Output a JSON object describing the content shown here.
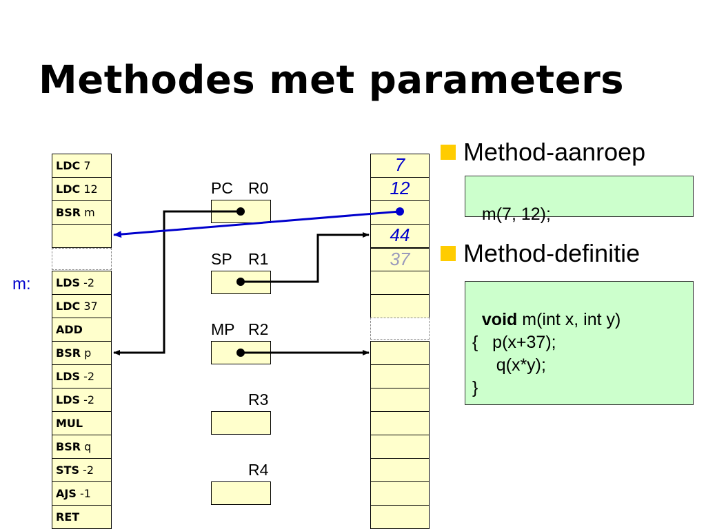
{
  "title": "Methodes met parameters",
  "method_label": "m:",
  "program": [
    {
      "op": "LDC",
      "arg": "7"
    },
    {
      "op": "LDC",
      "arg": "12"
    },
    {
      "op": "BSR",
      "arg": "m"
    },
    {
      "op": "",
      "arg": ""
    },
    {
      "op": "",
      "arg": ""
    },
    {
      "op": "LDS",
      "arg": "-2"
    },
    {
      "op": "LDC",
      "arg": "37"
    },
    {
      "op": "ADD",
      "arg": ""
    },
    {
      "op": "BSR",
      "arg": "p"
    },
    {
      "op": "LDS",
      "arg": "-2"
    },
    {
      "op": "LDS",
      "arg": "-2"
    },
    {
      "op": "MUL",
      "arg": ""
    },
    {
      "op": "BSR",
      "arg": "q"
    },
    {
      "op": "STS",
      "arg": "-2"
    },
    {
      "op": "AJS",
      "arg": "-1"
    },
    {
      "op": "RET",
      "arg": ""
    }
  ],
  "registers": [
    {
      "alias": "PC",
      "name": "R0"
    },
    {
      "alias": "SP",
      "name": "R1"
    },
    {
      "alias": "MP",
      "name": "R2"
    },
    {
      "alias": "",
      "name": "R3"
    },
    {
      "alias": "",
      "name": "R4"
    }
  ],
  "stack": [
    "7",
    "12",
    "",
    "44",
    "37",
    "",
    "",
    "",
    "",
    "",
    "",
    "",
    "",
    "",
    "",
    ""
  ],
  "bullets": [
    {
      "label": "Method-aanroep",
      "code_call": "m(7, 12);"
    },
    {
      "label": "Method-definitie"
    }
  ],
  "definition": {
    "kw": "void",
    "sig": " m(int x, int y)",
    "body": "{   p(x+37);\n     q(x*y);\n}"
  },
  "colors": {
    "cell_yellow": "#ffffcc",
    "code_green": "#ccffcc",
    "bullet_square": "#ffcc00",
    "arrow_blue": "#0000cc",
    "stack_blue": "#0000cc",
    "stack_gray": "#9999bb"
  }
}
